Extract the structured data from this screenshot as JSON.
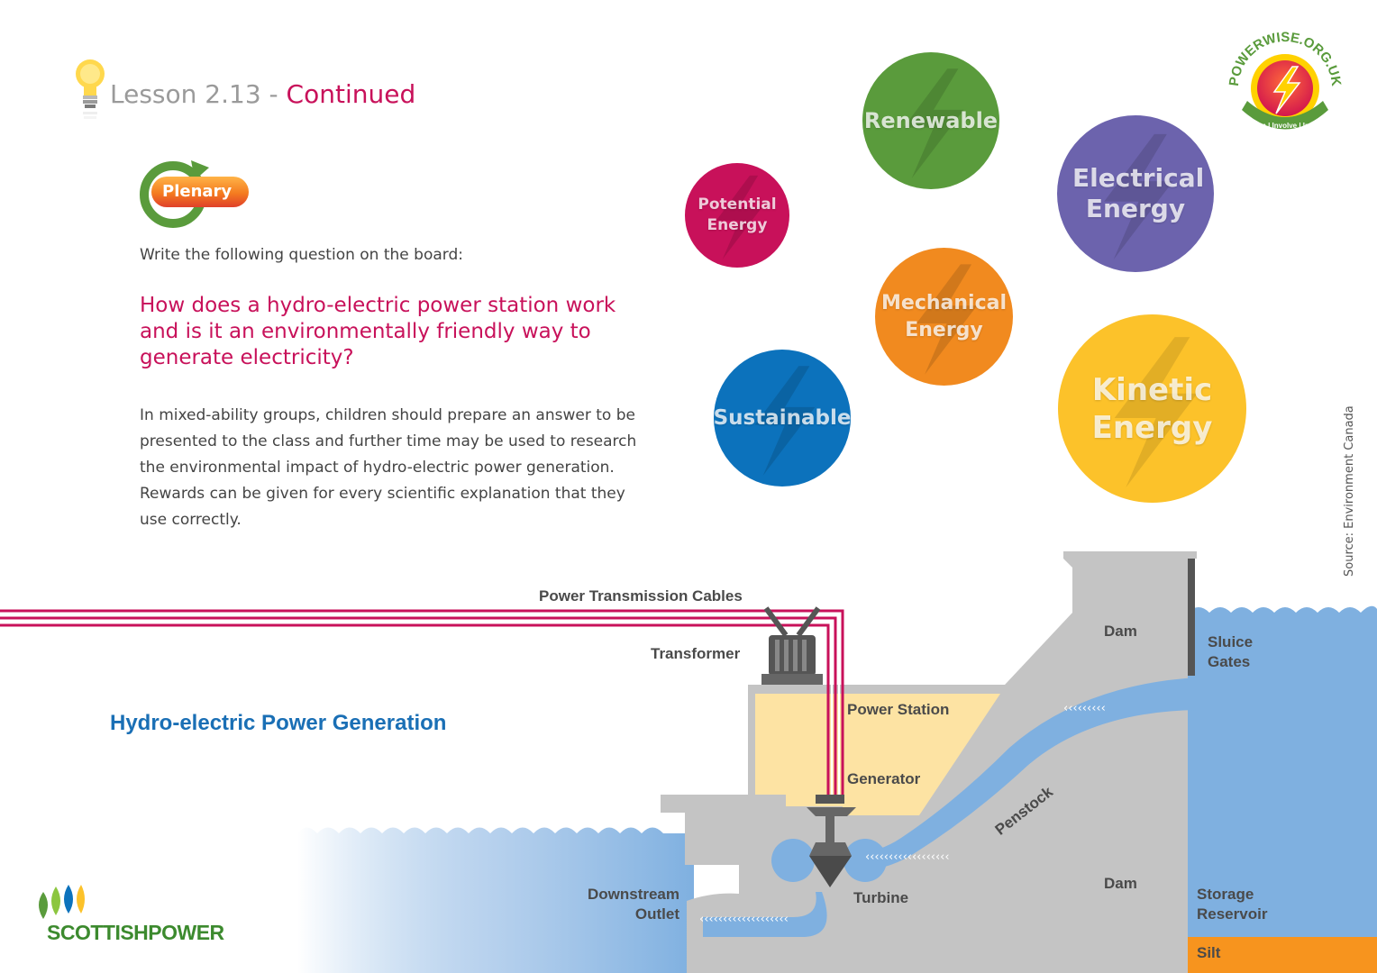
{
  "header": {
    "lesson_prefix": "Lesson 2.13 - ",
    "lesson_suffix": "Continued"
  },
  "plenary": {
    "label": "Plenary"
  },
  "instruction": "Write the following question on the board:",
  "question": "How does a hydro-electric power station work and is it an environmentally friendly way to generate electricity?",
  "body_text": "In mixed-ability groups, children should prepare an answer to be presented to the class and further time may be used to research the environmental impact of hydro-electric power generation. Rewards can be given for every scientific explanation that they use correctly.",
  "bubbles": [
    {
      "label": "Renewable",
      "color": "#5a9b3c"
    },
    {
      "label": "Potential Energy",
      "color": "#c8115a"
    },
    {
      "label": "Electrical Energy",
      "color": "#6c63ad"
    },
    {
      "label": "Mechanical Energy",
      "color": "#f18a1f"
    },
    {
      "label": "Sustainable",
      "color": "#0c72bc"
    },
    {
      "label": "Kinetic Energy",
      "color": "#fcc22a"
    }
  ],
  "logo": {
    "text": "POWERWISE.ORG.UK",
    "tagline": "Inform | Involve | Inspire"
  },
  "source": "Source: Environment Canada",
  "diagram": {
    "title": "Hydro-electric Power Generation",
    "labels": {
      "cables": "Power Transmission Cables",
      "transformer": "Transformer",
      "dam_top": "Dam",
      "sluice": "Sluice\nGates",
      "power_station": "Power Station",
      "generator": "Generator",
      "penstock": "Penstock",
      "dam_bottom": "Dam",
      "downstream": "Downstream\nOutlet",
      "turbine": "Turbine",
      "reservoir": "Storage\nReservoir",
      "silt": "Silt"
    },
    "colors": {
      "water": "#7fb0e0",
      "dam": "#c4c4c4",
      "station": "#fde3a3",
      "cable": "#c8115a",
      "silt": "#f7941e"
    }
  },
  "brand": {
    "name": "SCOTTISHPOWER"
  }
}
